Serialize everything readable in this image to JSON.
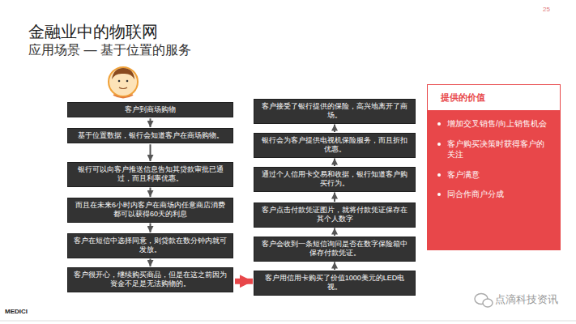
{
  "diagram": {
    "title": "金融业中的物联网",
    "nodes": [
      {
        "text": [
          "客户到商场购物"
        ]
      },
      {
        "text": [
          "基于位置数据，银行会知道客户在商场购物。"
        ]
      },
      {
        "text": [
          "银行可以向客户推送信息告知其贷款审批已通过，而且利率优惠。"
        ]
      },
      {
        "text": [
          "而且在未来6小时内客户在商场内任意商店消费都可以获得60天的利息"
        ]
      },
      {
        "text": [
          "客户在短信中选择同意，则贷款在数分钟内就可发放。"
        ]
      },
      {
        "text": [
          "客户很开心，继续购买商品，但是在这之前因为资金不足是无法购物的。"
        ]
      },
      {
        "text": [
          "客户用信用卡购买了价值1000美元的LED电视。"
        ]
      },
      {
        "text": [
          "客户会收到一条短信询问是否在数字保险箱中保存付款凭证。"
        ]
      },
      {
        "text": [
          "客户点击付款凭证图片，就将付款凭证保存在其个人数字"
        ]
      },
      {
        "text": [
          "通过个人信用卡交易和收据，银行知道客户购买行为。"
        ]
      },
      {
        "text": [
          "银行会为客户提供电视机保险服务，而且折扣优惠。"
        ]
      },
      {
        "text": [
          "客户接受了银行提供的保险，高兴地离开了商场。"
        ]
      },
      {
        "text": [
          "提供的价值",
          "增加交叉销售/向上销售机会",
          "客户购买决策时获得客户的关注",
          "客户满意",
          "同合作商户分成"
        ]
      }
    ],
    "edges": [
      {
        "from": 0,
        "to": 1,
        "arrow": "to"
      },
      {
        "from": 1,
        "to": 2,
        "arrow": "to"
      },
      {
        "from": 2,
        "to": 3,
        "arrow": "to"
      },
      {
        "from": 3,
        "to": 4,
        "arrow": "to"
      },
      {
        "from": 4,
        "to": 5,
        "arrow": "to"
      },
      {
        "from": 5,
        "to": 6,
        "arrow": "to"
      },
      {
        "from": 6,
        "to": 7,
        "arrow": "to"
      },
      {
        "from": 7,
        "to": 8,
        "arrow": "to"
      },
      {
        "from": 8,
        "to": 9,
        "arrow": "to"
      },
      {
        "from": 9,
        "to": 10,
        "arrow": "to"
      },
      {
        "from": 10,
        "to": 11,
        "arrow": "to"
      }
    ],
    "labels": [
      "应用场景 — 基于位置的服务",
      "25",
      "MEDICI",
      "点滴科技资讯"
    ]
  }
}
